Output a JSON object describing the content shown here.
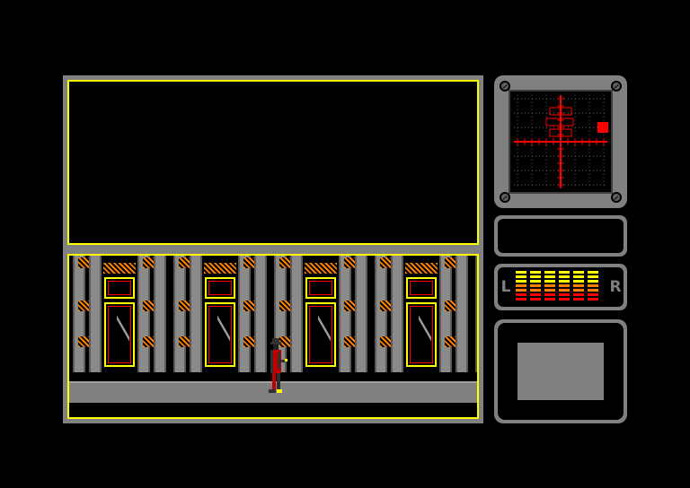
{
  "colors": {
    "frame_gray": "#808080",
    "frame_yellow": "#ffff00",
    "background": "#000000",
    "radar_red": "#ff0000",
    "brick_orange": "#ff8000"
  },
  "message_window": {
    "text": ""
  },
  "status_panel": {
    "text": ""
  },
  "display_panel": {
    "text": ""
  },
  "meter": {
    "left_label": "L",
    "right_label": "R",
    "columns": 6
  },
  "radar": {
    "icon": "crosshair-grid",
    "blip": "player-position-marker"
  },
  "scene": {
    "window_count": 4,
    "character": "agent-in-dark-coat"
  }
}
